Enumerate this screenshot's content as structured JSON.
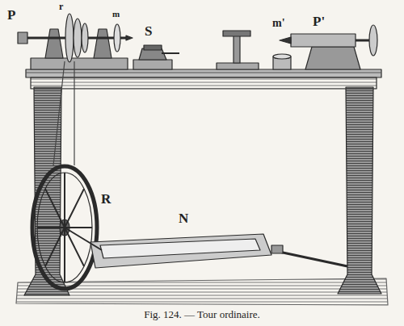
{
  "diagram": {
    "caption": "Fig. 124. — Tour ordinaire.",
    "labels": [
      "P",
      "r",
      "m",
      "S",
      "m'",
      "P'",
      "R",
      "N"
    ]
  }
}
